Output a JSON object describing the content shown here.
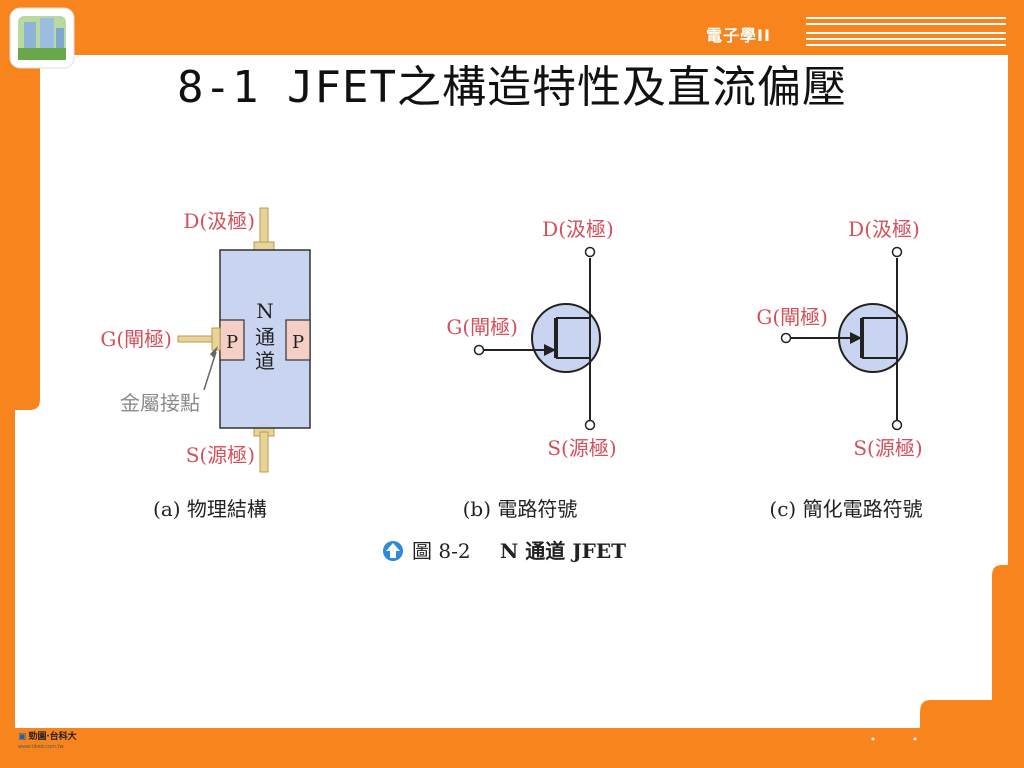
{
  "header": {
    "title": "8-1 JFET之構造特性及直流偏壓",
    "brand": "電子學II"
  },
  "figure": {
    "panel_a": {
      "drain": "D(汲極)",
      "gate": "G(閘極)",
      "source": "S(源極)",
      "metal_contact": "金屬接點",
      "channel_letter": "N",
      "channel_word_1": "通",
      "channel_word_2": "道",
      "p_left": "P",
      "p_right": "P",
      "caption": "(a) 物理結構"
    },
    "panel_b": {
      "drain": "D(汲極)",
      "gate": "G(閘極)",
      "source": "S(源極)",
      "caption": "(b) 電路符號"
    },
    "panel_c": {
      "drain": "D(汲極)",
      "gate": "G(閘極)",
      "source": "S(源極)",
      "caption": "(c) 簡化電路符號"
    },
    "figure_label": "圖 8-2",
    "figure_title": "N 通道 JFET"
  },
  "footer": {
    "publisher": "勁園‧台科大",
    "url": "www.tiked.com.tw"
  },
  "colors": {
    "frame_orange": "#f7841c",
    "label_red": "#d4505a",
    "channel_blue": "#c8d4f0",
    "p_region_pink": "#f4cfc6",
    "lead_tan": "#e8d49a",
    "caption_blue_icon": "#2e8ad8"
  }
}
